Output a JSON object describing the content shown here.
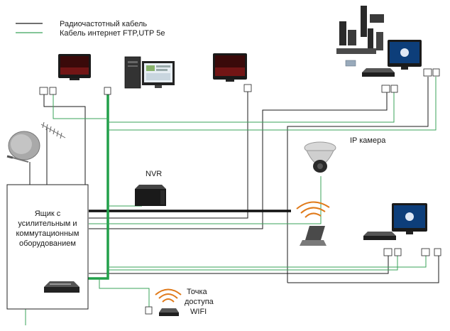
{
  "legend": {
    "rf_cable": "Радиочастотный кабель",
    "internet_cable": "Кабель интернет FTP,UTP 5e"
  },
  "labels": {
    "ip_camera": "IP камера",
    "nvr": "NVR",
    "box_line1": "Ящик с",
    "box_line2": "усилительным и",
    "box_line3": "коммутационным",
    "box_line4": "оборудованием",
    "ap_line1": "Точка",
    "ap_line2": "доступа",
    "ap_line3": "WIFI"
  },
  "colors": {
    "rf_cable": "#1a1a1a",
    "internet_cable": "#3aa35a",
    "trunk": "#22a04a"
  }
}
